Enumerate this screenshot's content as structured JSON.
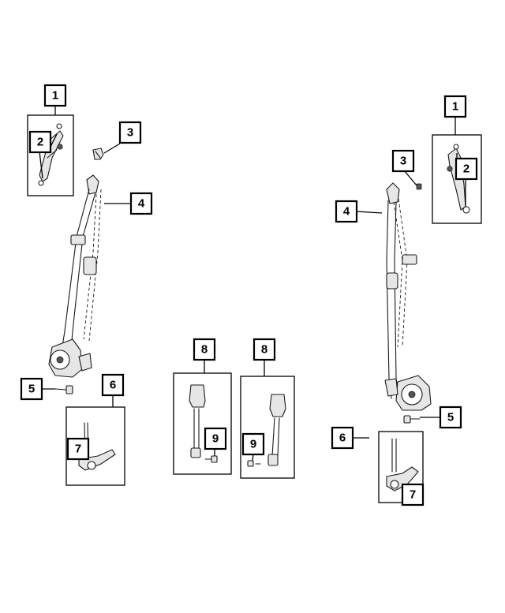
{
  "callouts": {
    "c1_left": "1",
    "c2_left": "2",
    "c3_left": "3",
    "c4_left": "4",
    "c5_left": "5",
    "c6_left": "6",
    "c7_left": "7",
    "c8_left": "8",
    "c9_left": "9",
    "c8_right": "8",
    "c9_right": "9",
    "c1_right": "1",
    "c2_right": "2",
    "c3_right": "3",
    "c4_right": "4",
    "c5_right": "5",
    "c6_right": "6",
    "c7_right": "7"
  }
}
